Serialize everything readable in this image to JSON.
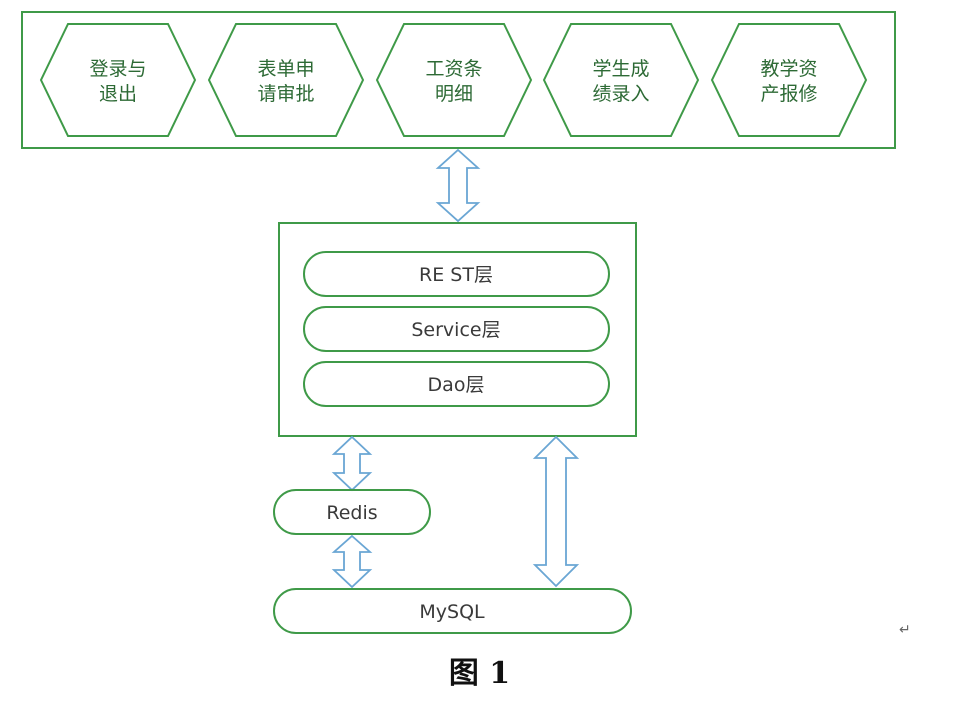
{
  "modules": [
    {
      "line1": "登录与",
      "line2": "退出"
    },
    {
      "line1": "表单申",
      "line2": "请审批"
    },
    {
      "line1": "工资条",
      "line2": "明细"
    },
    {
      "line1": "学生成",
      "line2": "绩录入"
    },
    {
      "line1": "教学资",
      "line2": "产报修"
    }
  ],
  "layers": {
    "rest": "RE ST层",
    "service": "Service层",
    "dao": "Dao层"
  },
  "storage": {
    "redis": "Redis",
    "mysql": "MySQL"
  },
  "caption": "图 1",
  "corner_mark": "↵",
  "colors": {
    "green": "#3f9a48",
    "arrow": "#6aa6d4",
    "text_green": "#2d6a35"
  }
}
